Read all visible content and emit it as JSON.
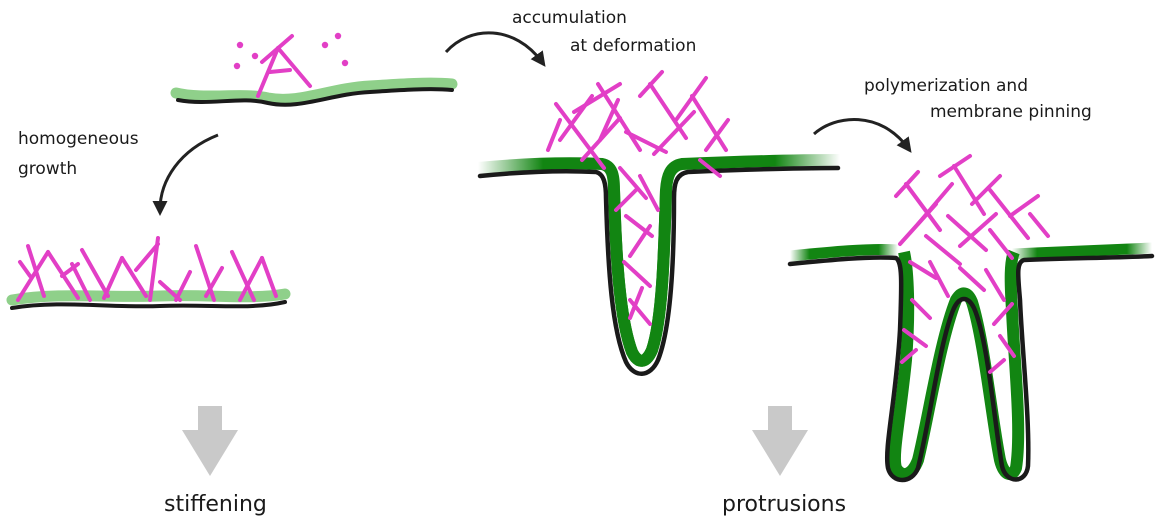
{
  "labels": {
    "accumulation_line1": "accumulation",
    "accumulation_line2": "at deformation",
    "polymerization_line1": "polymerization and",
    "polymerization_line2": "membrane pinning",
    "homogeneous_line1": "homogeneous",
    "homogeneous_line2": "growth",
    "stiffening": "stiffening",
    "protrusions": "protrusions"
  },
  "colors": {
    "actin": "#e23fc6",
    "membrane": "#1a1a1a",
    "coat_light": "#8fd08a",
    "coat_dark": "#128512",
    "arrow": "#222222",
    "down_arrow": "#c9c9c9"
  }
}
